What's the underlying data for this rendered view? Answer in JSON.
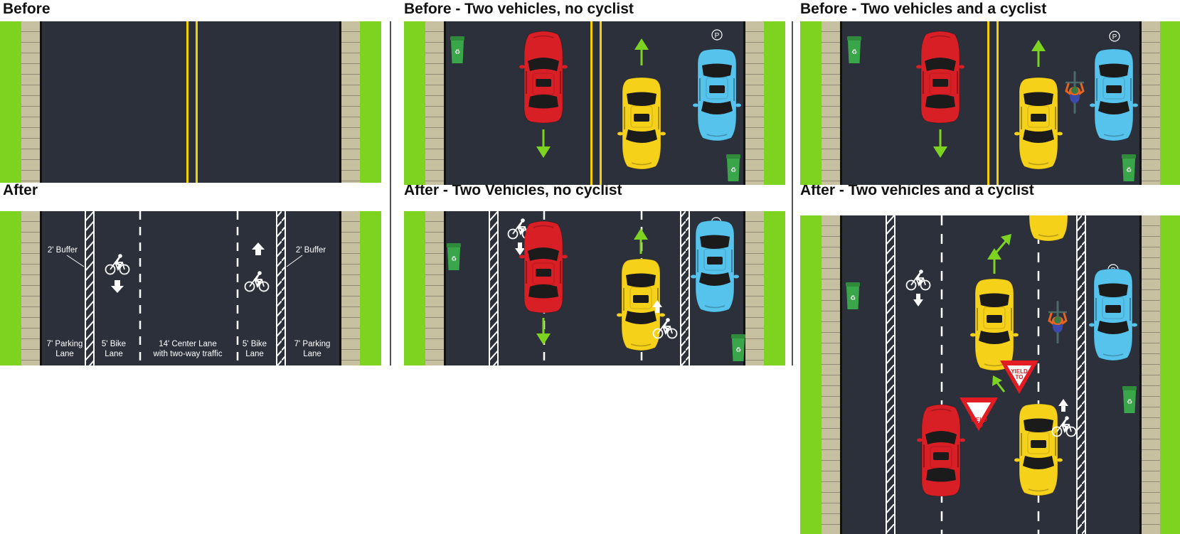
{
  "panels": {
    "before": {
      "title": "Before"
    },
    "after": {
      "title": "After"
    },
    "before_two_vehicles_no_cyclist": {
      "title": "Before - Two vehicles, no cyclist"
    },
    "after_two_vehicles_no_cyclist": {
      "title": "After - Two Vehicles,  no cyclist"
    },
    "before_two_vehicles_cyclist": {
      "title": "Before - Two vehicles and a cyclist"
    },
    "after_two_vehicles_cyclist": {
      "title": "After - Two vehicles and a cyclist"
    }
  },
  "labels": {
    "buffer_left": "2' Buffer",
    "buffer_right": "2' Buffer",
    "parking_left": [
      "7' Parking",
      "Lane"
    ],
    "bike_left": [
      "5' Bike",
      "Lane"
    ],
    "center": [
      "14' Center Lane",
      "with two-way traffic"
    ],
    "bike_right": [
      "5' Bike",
      "Lane"
    ],
    "parking_right": [
      "7' Parking",
      "Lane"
    ]
  },
  "signs": {
    "yield_line1": "YIELD",
    "yield_line2": "TO"
  },
  "parking_symbol": "P",
  "colors": {
    "grass": "#7ed321",
    "sidewalk": "#c7c0a1",
    "road": "#2b303b",
    "yellow_line": "#f5d000",
    "red_car": "#d91f26",
    "yellow_car": "#f6d11a",
    "blue_car": "#56c3ec",
    "arrow_green": "#7ed321",
    "bin": "#3aa64a",
    "yield_red": "#e31b23"
  },
  "icons": [
    "recycle-bin-icon",
    "car-icon",
    "bicycle-icon",
    "cyclist-icon",
    "arrow-icon",
    "yield-sign-icon",
    "parking-icon"
  ]
}
